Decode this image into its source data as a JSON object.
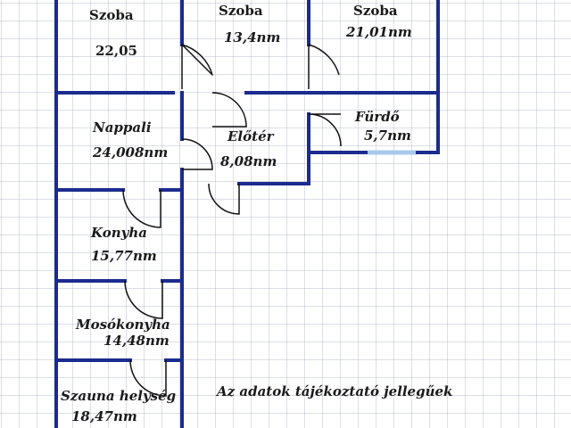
{
  "rooms": [
    {
      "id": "szoba-1",
      "name": "Szoba",
      "area": "22,05"
    },
    {
      "id": "szoba-2",
      "name": "Szoba",
      "area": "13,4nm"
    },
    {
      "id": "szoba-3",
      "name": "Szoba",
      "area": "21,01nm"
    },
    {
      "id": "nappali",
      "name": "Nappali",
      "area": "24,008nm"
    },
    {
      "id": "eloter",
      "name": "Előtér",
      "area": "8,08nm"
    },
    {
      "id": "furdo",
      "name": "Fürdő",
      "area": "5,7nm"
    },
    {
      "id": "konyha",
      "name": "Konyha",
      "area": "15,77nm"
    },
    {
      "id": "mosokonyha",
      "name": "Mosókonyha",
      "area": "14,48nm"
    },
    {
      "id": "szauna",
      "name": "Szauna helység",
      "area": "18,47nm"
    }
  ],
  "note": "Az adatok tájékoztató jellegűek",
  "colors": {
    "wall": "#1b2b8f",
    "grid": "#b9bfcc",
    "window": "#a9c8ec",
    "text": "#1a1a1a"
  }
}
